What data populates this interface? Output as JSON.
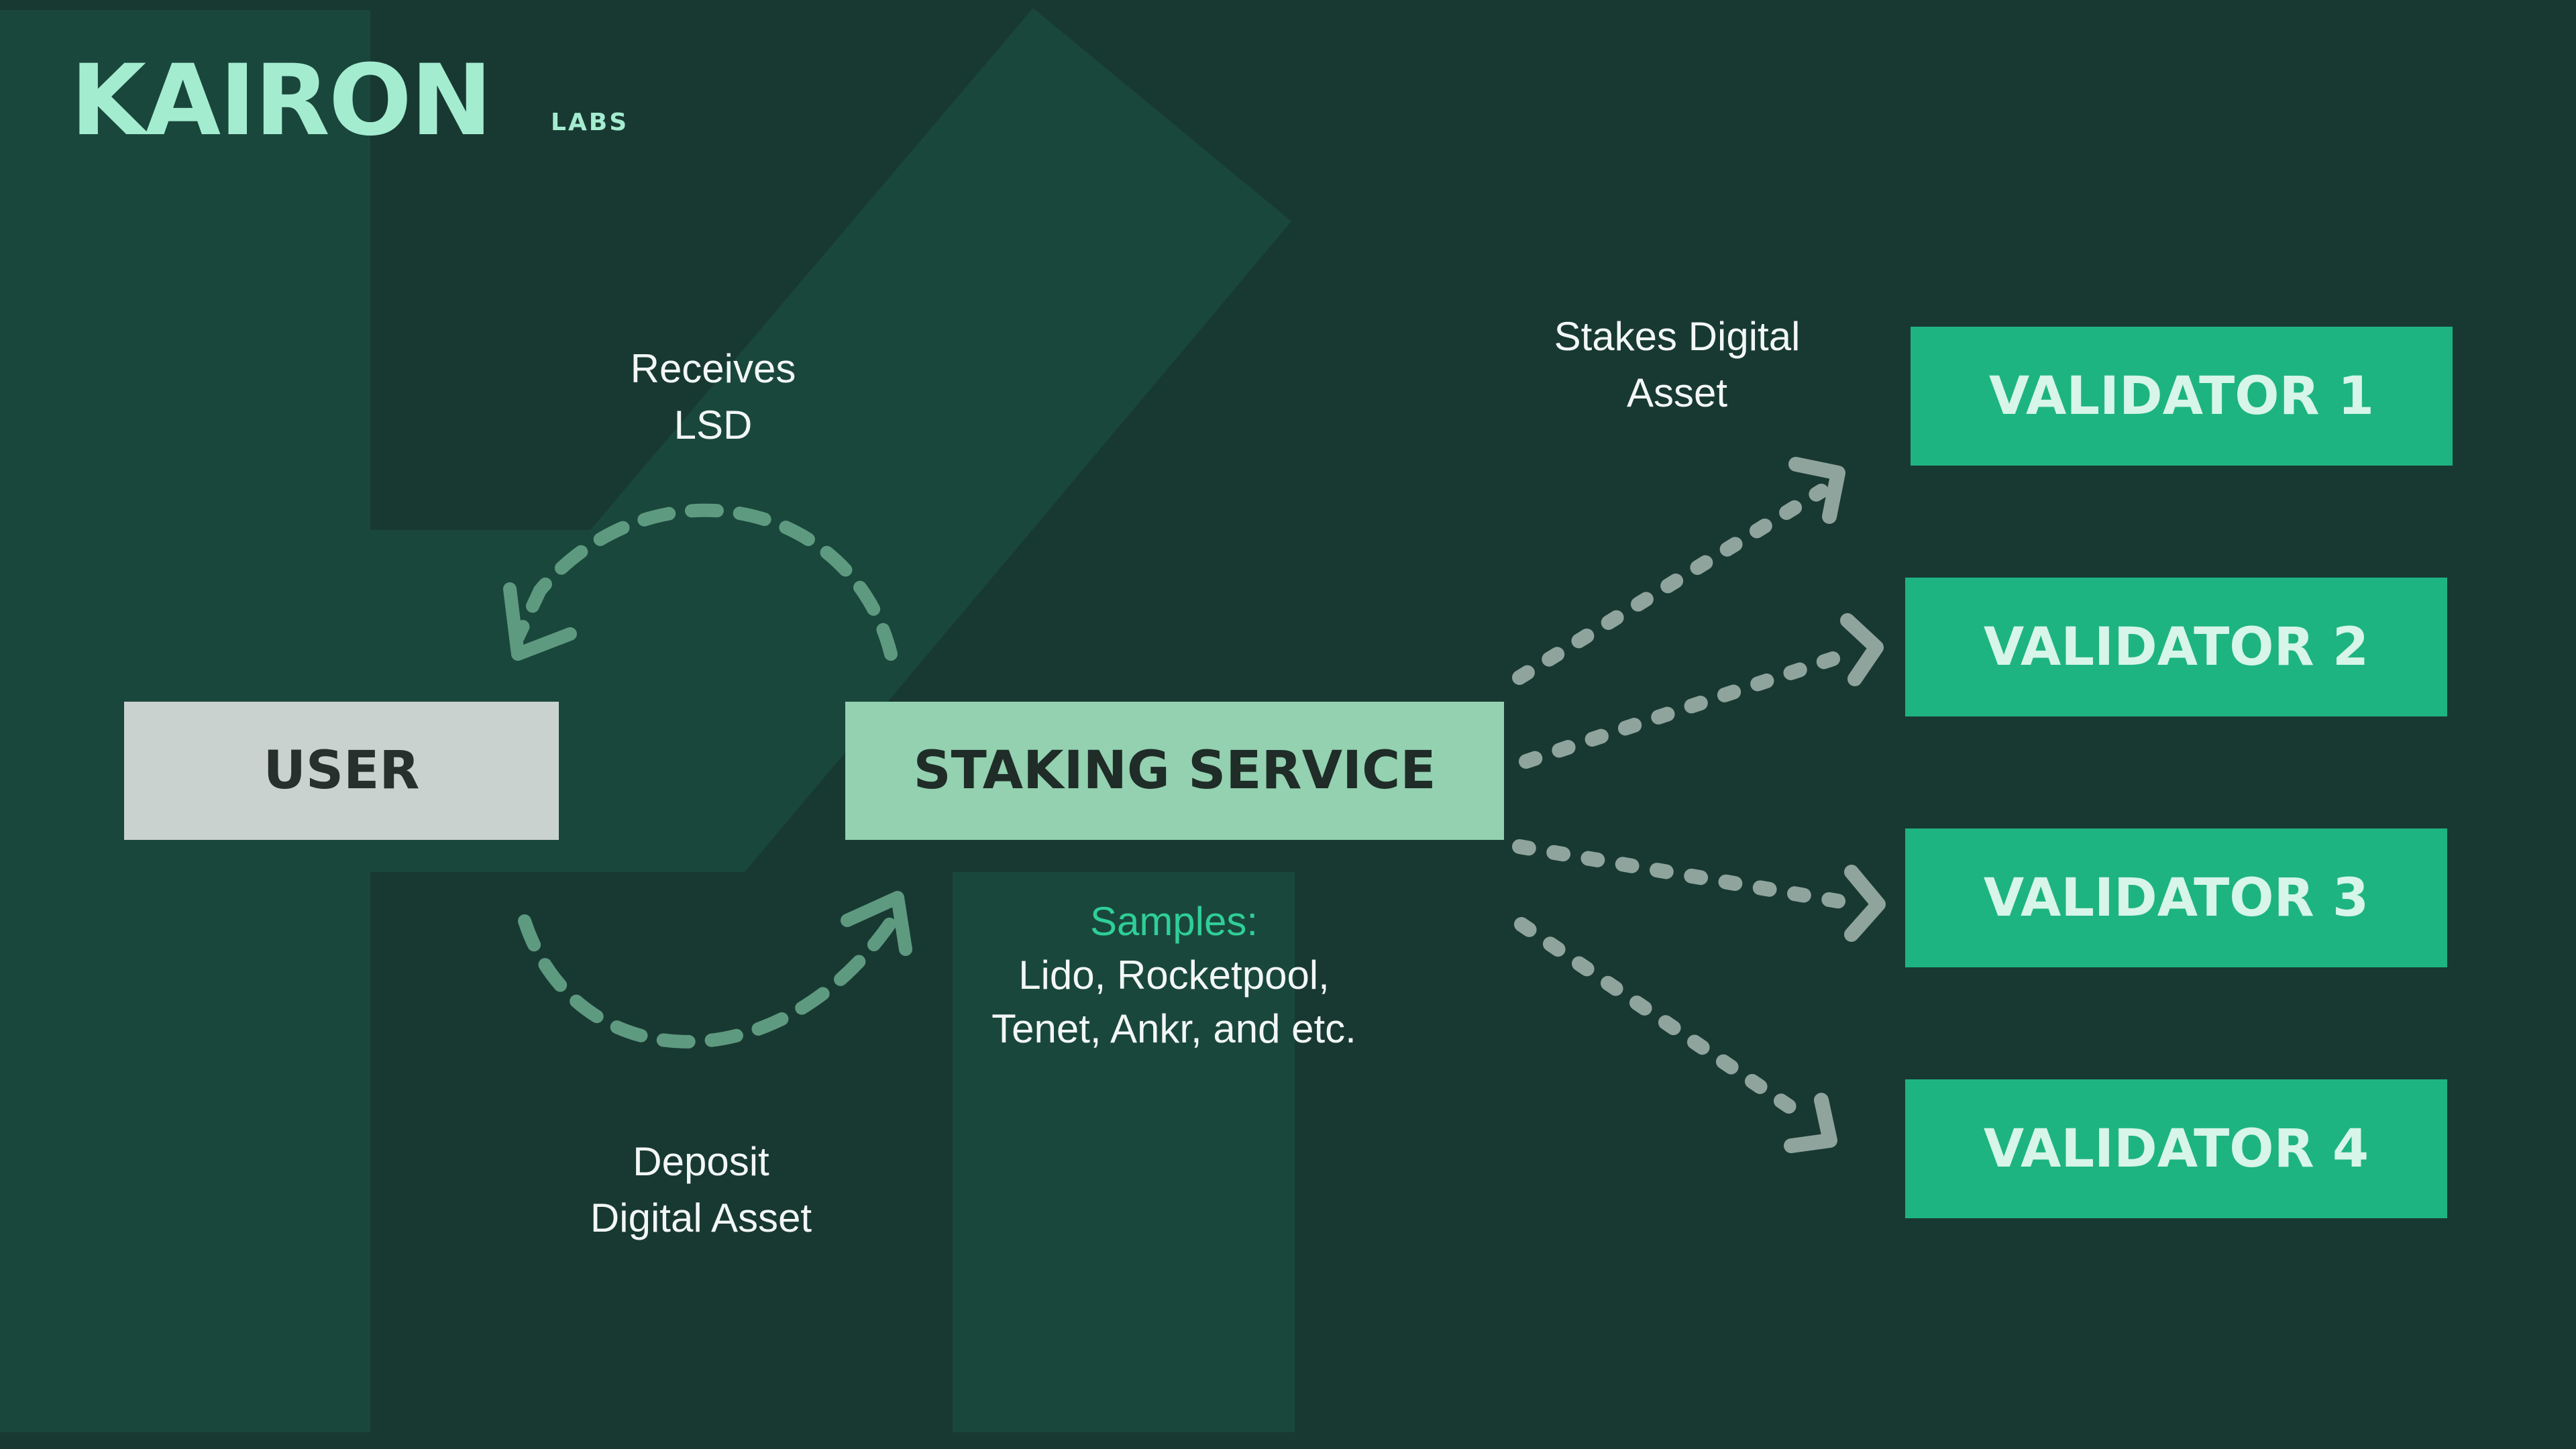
{
  "logo": {
    "main": "KAIRON",
    "sub": "LABS"
  },
  "nodes": {
    "user": "USER",
    "staking_service": "STAKING SERVICE",
    "validators": [
      "VALIDATOR 1",
      "VALIDATOR 2",
      "VALIDATOR 3",
      "VALIDATOR 4"
    ]
  },
  "labels": {
    "receives_line1": "Receives",
    "receives_line2": "LSD",
    "deposit_line1": "Deposit",
    "deposit_line2": "Digital Asset",
    "stakes_line1": "Stakes Digital",
    "stakes_line2": "Asset",
    "samples_title": "Samples:",
    "samples_line1": "Lido, Rocketpool,",
    "samples_line2": "Tenet, Ankr, and etc."
  },
  "colors": {
    "background": "#183932",
    "watermark": "#1a473c",
    "logo": "#a4ecd0",
    "user_box": "#cad2cf",
    "staking_box": "#93d1b0",
    "validator_box": "#1eb482",
    "curved_arrow": "#5e9a80",
    "dotted_arrow": "#8fa49c",
    "samples_accent": "#2fcf97"
  }
}
